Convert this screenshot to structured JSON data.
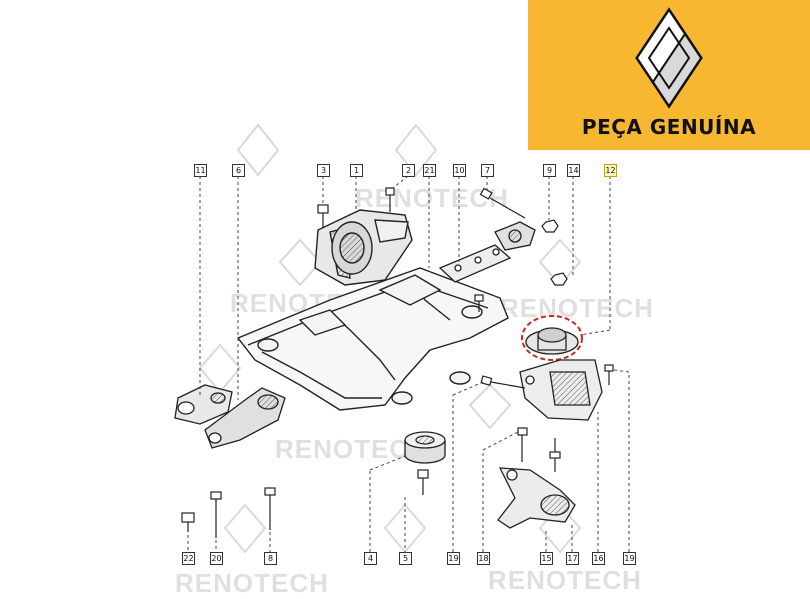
{
  "logo": {
    "text": "PEÇA GENUÍNA",
    "bg_color": "#f7b731",
    "emblem": "renault-diamond-icon"
  },
  "watermark": "RENOTECH",
  "callouts": {
    "c11": "11",
    "c6": "6",
    "c3": "3",
    "c1": "1",
    "c2": "2",
    "c21": "21",
    "c10": "10",
    "c7": "7",
    "c9": "9",
    "c14": "14",
    "c12": "12",
    "c22": "22",
    "c20": "20",
    "c8": "8",
    "c4": "4",
    "c5": "5",
    "c19a": "19",
    "c18": "18",
    "c15": "15",
    "c17": "17",
    "c16": "16",
    "c19b": "19"
  },
  "highlight_color": "#d42020"
}
